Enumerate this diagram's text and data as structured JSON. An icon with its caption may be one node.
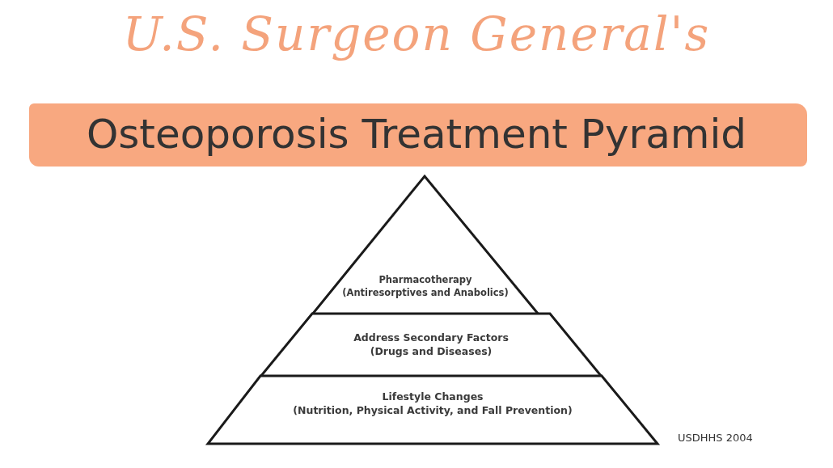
{
  "diagram": {
    "title": "Osteoporosis Treatment Pyramid",
    "nodes": [
      {
        "text": [
          "Pharmacotherapy",
          "(Antiresorptives and Anabolics)"
        ]
      },
      {
        "text": [
          "Address Secondary Factors",
          "(Drugs and Diseases)"
        ]
      },
      {
        "text": [
          "Lifestyle Changes",
          "(Nutrition, Physical Activity, and Fall Prevention)"
        ]
      }
    ],
    "edges": [],
    "labels": [
      "U.S. Surgeon General's",
      "USDHHS 2004"
    ]
  }
}
